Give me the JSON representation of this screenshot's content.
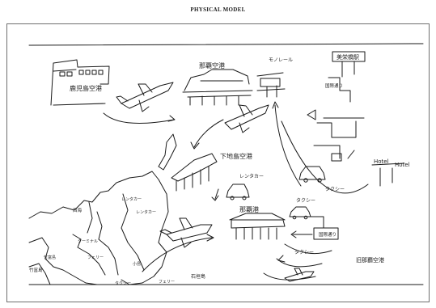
{
  "header": {
    "title": "PHYSICAL MODEL"
  },
  "sketch": {
    "labels": {
      "kagoshima_airport": "鹿児島空港",
      "naha_airport": "那覇空港",
      "monorail": "モノレール",
      "miebashi_station": "美栄橋駅",
      "kokusai_dori_top": "国際通り",
      "hotel_top": "Hotel",
      "taxi_right": "タクシー",
      "shimoji_airport": "下地島空港",
      "rental_car": "レンタカー",
      "naha_port": "那覇港",
      "taxi_port": "タクシー",
      "kokusai_dori_bottom": "国際通り",
      "old_naha_airport": "旧那覇空港",
      "west_sea": "西海",
      "rental_small": "レンタカー",
      "taxi_low": "タクシー",
      "rental_left": "レンタカー",
      "terminal": "ターミナル",
      "ferry": "フェリー",
      "kojima": "小島",
      "takehara": "竹富島",
      "ishigaki": "石垣島",
      "misc_bottom_left": "竹富島",
      "taxi_mid": "タクシー",
      "hotel_right": "Hotel",
      "ferry2": "フェリー"
    }
  }
}
